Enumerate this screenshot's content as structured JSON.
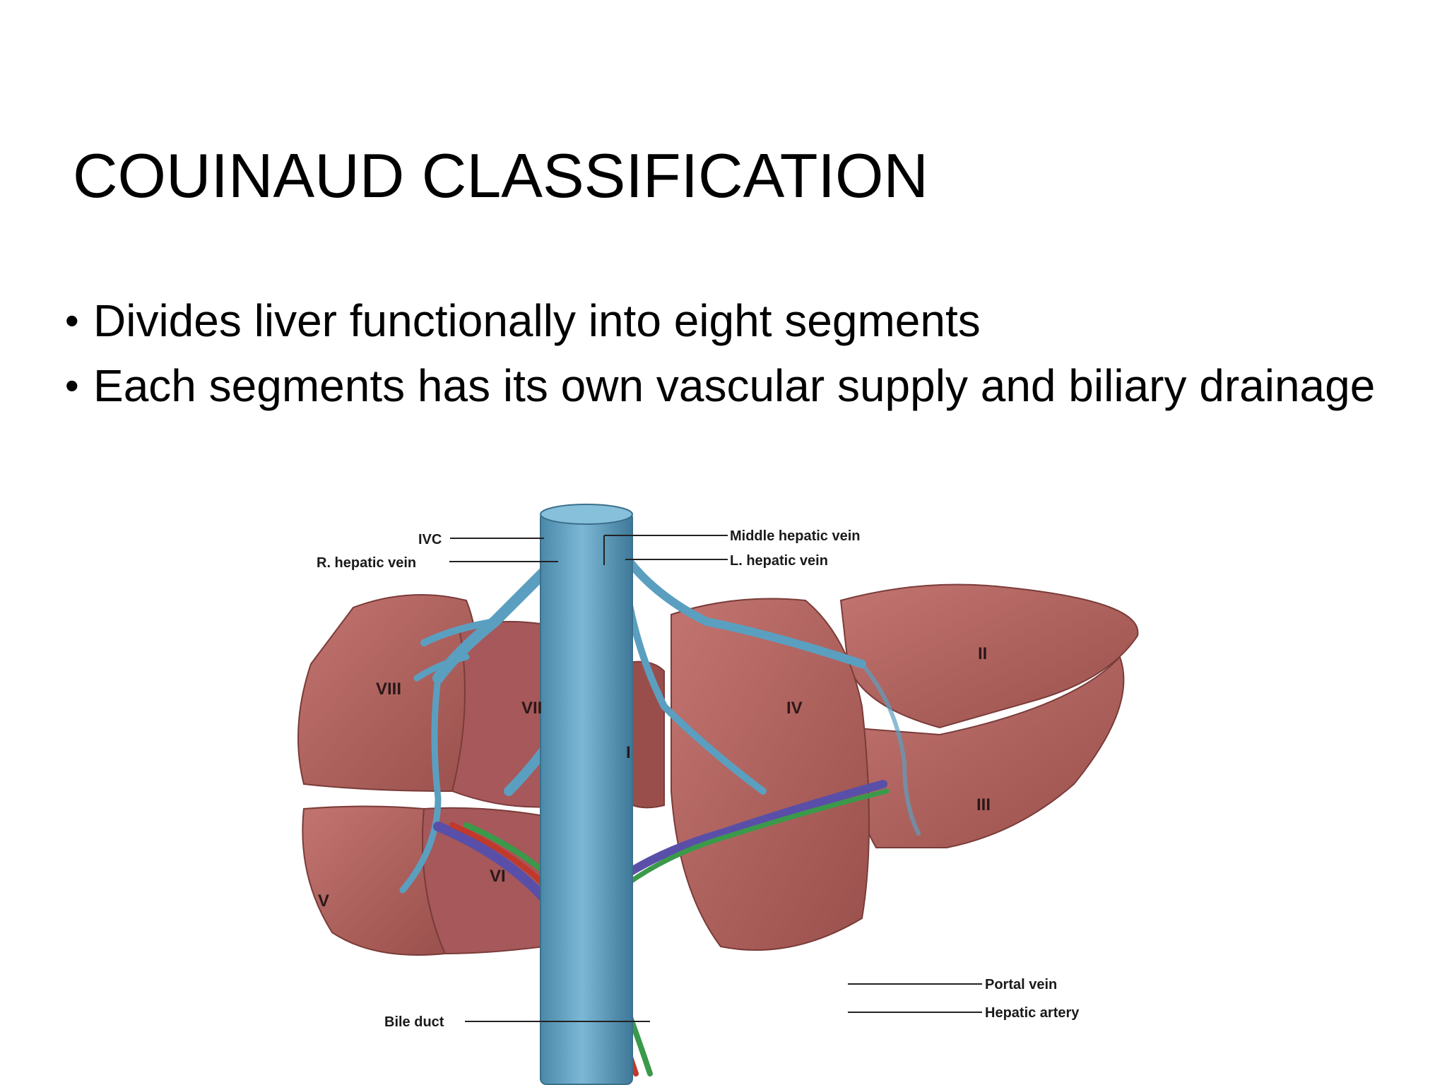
{
  "slide": {
    "title": "COUINAUD CLASSIFICATION",
    "bullets": [
      "Divides liver functionally into eight segments",
      "Each segments has its own vascular supply and biliary drainage"
    ]
  },
  "figure": {
    "labels": {
      "ivc": "IVC",
      "r_hepatic_vein": "R. hepatic vein",
      "middle_hepatic_vein": "Middle hepatic vein",
      "l_hepatic_vein": "L. hepatic vein",
      "portal_vein": "Portal vein",
      "hepatic_artery": "Hepatic artery",
      "bile_duct": "Bile duct"
    },
    "segments": {
      "s1": "I",
      "s2": "II",
      "s3": "III",
      "s4": "IV",
      "s5": "V",
      "s6": "VI",
      "s7": "VII",
      "s8": "VIII"
    },
    "colors": {
      "liver": "#b0605c",
      "liver_dark": "#8e4643",
      "vein": "#5b9fc0",
      "portal_vein": "#5a4fa8",
      "hepatic_artery": "#c0392b",
      "bile_duct": "#3a9a4a"
    }
  }
}
